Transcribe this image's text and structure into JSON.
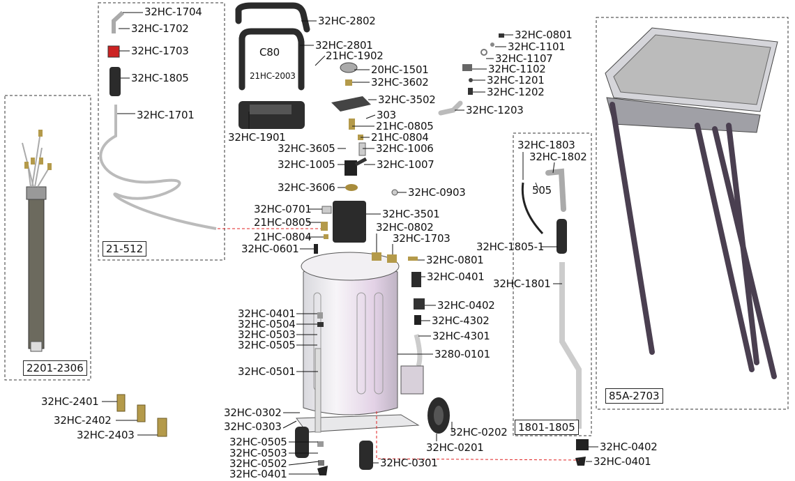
{
  "groups": {
    "probe_kit": "2201-2306",
    "hose_kit": "21-512",
    "suction_kit": "1801-1805",
    "drain_tray": "85A-2703"
  },
  "labels": [
    "32HC-1704",
    "32HC-1702",
    "32HC-1703",
    "32HC-1805",
    "32HC-1701",
    "32HC-2802",
    "32HC-2801",
    "C80",
    "21HC-1902",
    "21HC-2003",
    "32HC-1901",
    "20HC-1501",
    "32HC-3602",
    "32HC-3502",
    "303",
    "21HC-0805",
    "21HC-0804",
    "32HC-3605",
    "32HC-1006",
    "32HC-1005",
    "32HC-1007",
    "32HC-3606",
    "32HC-0903",
    "32HC-0801",
    "32HC-1101",
    "32HC-1107",
    "32HC-1102",
    "32HC-1201",
    "32HC-1202",
    "32HC-1203",
    "32HC-1803",
    "32HC-1802",
    "505",
    "32HC-1805-1",
    "32HC-1801",
    "32HC-0701",
    "32HC-3501",
    "21HC-0805",
    "32HC-0802",
    "21HC-0804",
    "32HC-1703",
    "32HC-0601",
    "32HC-0801",
    "32HC-0401",
    "32HC-0402",
    "32HC-4302",
    "32HC-4301",
    "3280-0101",
    "32HC-0401",
    "32HC-0504",
    "32HC-0503",
    "32HC-0505",
    "32HC-0501",
    "32HC-0302",
    "32HC-0303",
    "32HC-0202",
    "32HC-0201",
    "32HC-0505",
    "32HC-0503",
    "32HC-0502",
    "32HC-0401",
    "32HC-0301",
    "32HC-0402",
    "32HC-0401",
    "32HC-2401",
    "32HC-2402",
    "32HC-2403"
  ],
  "colors": {
    "part_dark": "#2b2b2b",
    "part_metal": "#c9c9cf",
    "tank": "#e6dce8",
    "brass": "#b49a4a",
    "callout_link": "#e02020"
  }
}
